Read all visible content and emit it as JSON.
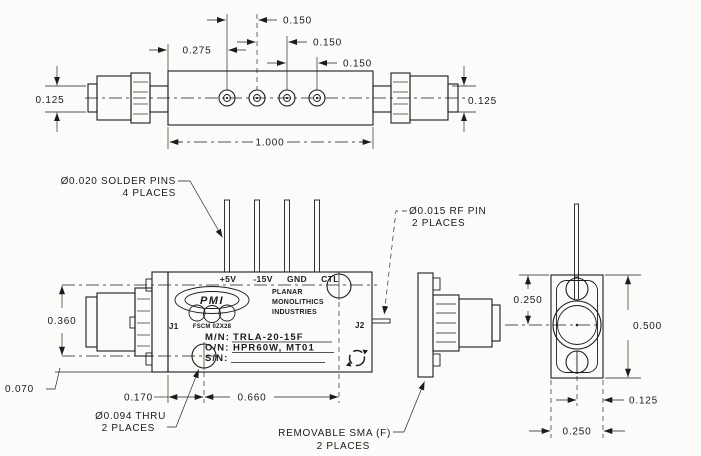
{
  "colors": {
    "ink": "#1c1c1a",
    "background": "#fbfbf9"
  },
  "top_view": {
    "dim_pin_offset": "0.275",
    "dim_pin_pitch_1": "0.150",
    "dim_pin_pitch_2": "0.150",
    "dim_pin_pitch_3": "0.150",
    "dim_body_length": "1.000",
    "dim_connector_left": "0.125",
    "dim_connector_right": "0.125"
  },
  "front_view": {
    "note_solder_pins_line1": "Ø0.020 SOLDER PINS",
    "note_solder_pins_line2": "4 PLACES",
    "note_rf_pin_line1": "Ø0.015 RF PIN",
    "note_rf_pin_line2": "2 PLACES",
    "note_thru_hole_line1": "Ø0.094 THRU",
    "note_thru_hole_line2": "2 PLACES",
    "note_sma_line1": "REMOVABLE SMA (F)",
    "note_sma_line2": "2 PLACES",
    "pin_labels": [
      "+5V",
      "-15V",
      "GND",
      "CTL"
    ],
    "port_left": "J1",
    "port_right": "J2",
    "dim_height": "0.360",
    "dim_base": "0.070",
    "dim_hole_offset": "0.170",
    "dim_hole_spacing": "0.660",
    "label_block": {
      "logo_text": "PMI",
      "fscm": "FSCM 0ZX28",
      "company_line1": "PLANAR",
      "company_line2": "MONOLITHICS",
      "company_line3": "INDUSTRIES",
      "mn_label": "M/N:",
      "mn_value": "TRLA-20-15F",
      "on_label": "O/N:",
      "on_value": "HPR60W, MT01",
      "sn_label": "S/N:"
    }
  },
  "end_view": {
    "dim_center_offset": "0.250",
    "dim_total_height": "0.500",
    "dim_pin_edge": "0.125",
    "dim_width": "0.250"
  }
}
